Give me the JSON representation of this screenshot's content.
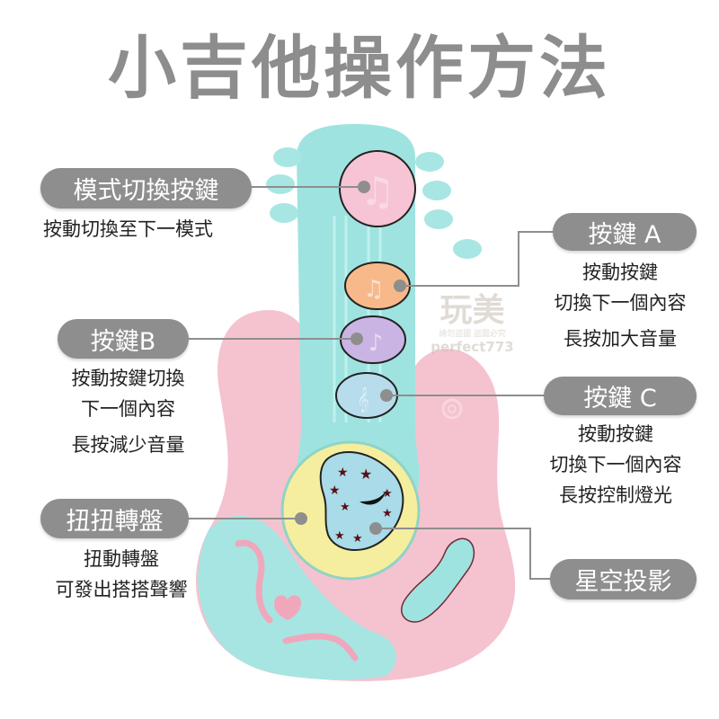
{
  "title": "小吉他操作方法",
  "watermark": {
    "brand": "玩美",
    "line1": "請勿盜圖 盜圖必究",
    "line2": "perfect773"
  },
  "colors": {
    "pill_bg": "#8e8e8e",
    "title": "#8d8d8d",
    "guitar_teal": "#9fe3e0",
    "guitar_pink": "#f4c3cf",
    "dial_yellow": "#f5ee9e",
    "heart_blue": "#a9dbe8",
    "button_orange": "#f7b98a",
    "button_purple": "#c9b4e3",
    "button_blue": "#b7dcec",
    "top_button_pink": "#f6c4d4",
    "connector": "#8e8e8e"
  },
  "callouts": {
    "mode": {
      "label": "模式切換按鍵",
      "lines": [
        "按動切換至下一模式"
      ]
    },
    "button_a": {
      "label": "按鍵 A",
      "lines": [
        "按動按鍵",
        "切換下一個內容",
        "長按加大音量"
      ]
    },
    "button_b": {
      "label": "按鍵B",
      "lines": [
        "按動按鍵切換",
        "下一個內容",
        "長按減少音量"
      ]
    },
    "button_c": {
      "label": "按鍵 C",
      "lines": [
        "按動按鍵",
        "切換下一個內容",
        "長按控制燈光"
      ]
    },
    "twist_dial": {
      "label": "扭扭轉盤",
      "lines": [
        "扭動轉盤",
        "可發出搭搭聲響"
      ]
    },
    "star_projection": {
      "label": "星空投影"
    }
  }
}
